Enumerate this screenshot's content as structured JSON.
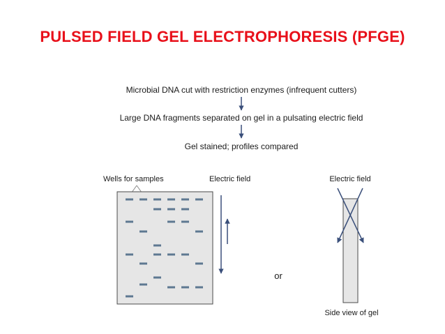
{
  "slide": {
    "title": "PULSED FIELD GEL ELECTROPHORESIS (PFGE)"
  },
  "flow": {
    "step1": "Microbial DNA cut with restriction enzymes (infrequent cutters)",
    "step2": "Large DNA fragments separated on gel in a  pulsating electric field",
    "step3": "Gel stained; profiles compared"
  },
  "gel_top_view": {
    "wells_label": "Wells for samples",
    "field_label": "Electric field"
  },
  "connector": {
    "or_label": "or"
  },
  "gel_side_view": {
    "field_label": "Electric field",
    "caption": "Side view of gel"
  },
  "colors": {
    "title": "#e8101a",
    "band": "#5e7891",
    "gel_fill": "#e6e6e6",
    "arrow": "#3a4f7a"
  }
}
